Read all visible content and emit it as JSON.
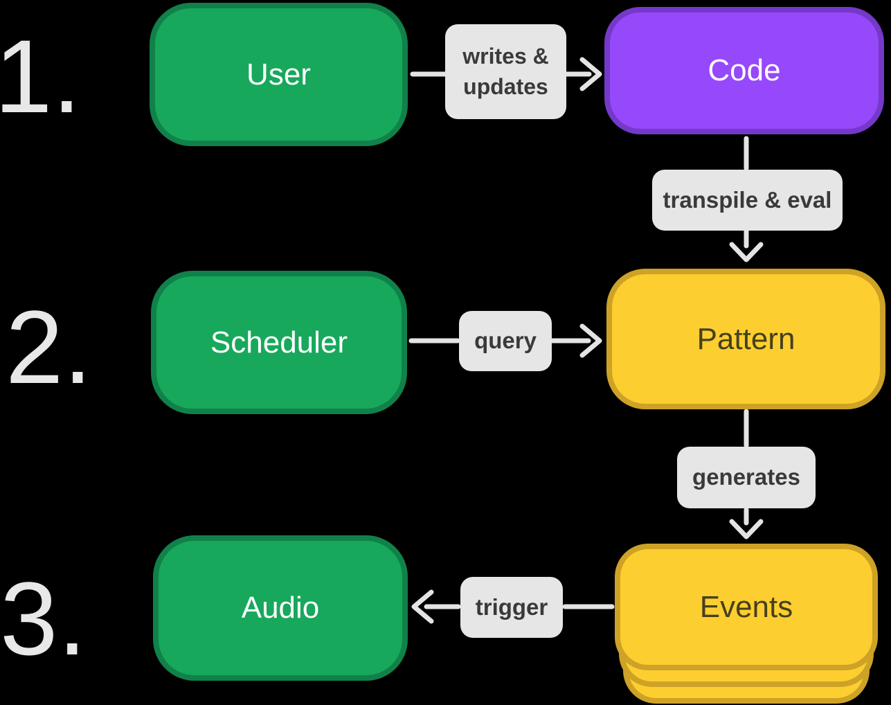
{
  "steps": [
    {
      "number": "1."
    },
    {
      "number": "2."
    },
    {
      "number": "3."
    }
  ],
  "nodes": [
    {
      "id": "user",
      "label": "User",
      "color": "green",
      "row": 1
    },
    {
      "id": "code",
      "label": "Code",
      "color": "purple",
      "row": 1
    },
    {
      "id": "scheduler",
      "label": "Scheduler",
      "color": "green",
      "row": 2
    },
    {
      "id": "pattern",
      "label": "Pattern",
      "color": "yellow",
      "row": 2
    },
    {
      "id": "audio",
      "label": "Audio",
      "color": "green",
      "row": 3
    },
    {
      "id": "events",
      "label": "Events",
      "color": "yellow",
      "row": 3,
      "stacked": true
    }
  ],
  "edges": [
    {
      "from": "user",
      "to": "code",
      "label": "writes & updates",
      "direction": "right"
    },
    {
      "from": "code",
      "to": "pattern",
      "label": "transpile & eval",
      "direction": "down"
    },
    {
      "from": "scheduler",
      "to": "pattern",
      "label": "query",
      "direction": "right"
    },
    {
      "from": "pattern",
      "to": "events",
      "label": "generates",
      "direction": "down"
    },
    {
      "from": "events",
      "to": "audio",
      "label": "trigger",
      "direction": "left"
    }
  ],
  "colors": {
    "green_fill": "#17a85c",
    "green_border": "#11814a",
    "purple_fill": "#9648fb",
    "purple_border": "#7439c9",
    "yellow_fill": "#fdce30",
    "yellow_border": "#cda226",
    "label_bg": "#e6e6e6",
    "label_text": "#3a3a3a",
    "arrow_color": "#e4e4e4",
    "number_color": "#e8e8e8",
    "node_text_dark": "#45401d",
    "background": "#000000"
  }
}
